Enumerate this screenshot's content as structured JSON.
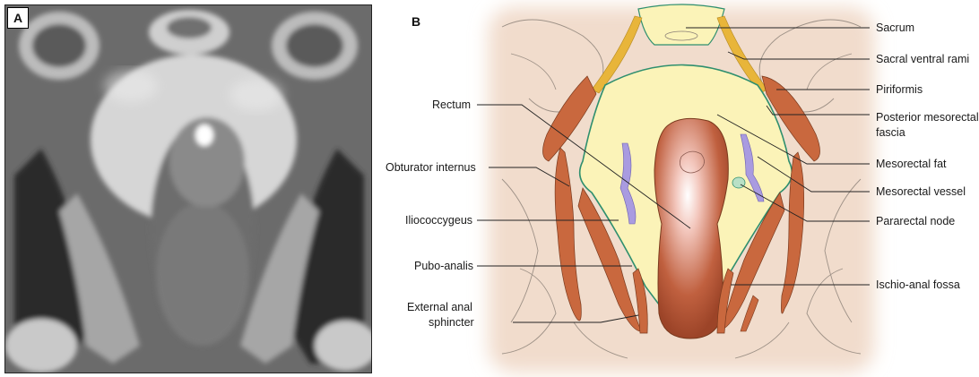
{
  "panels": {
    "a_tag": "A",
    "b_tag": "B"
  },
  "labels_left": [
    {
      "text": "Rectum"
    },
    {
      "text": "Obturator internus"
    },
    {
      "text": "Iliococcygeus"
    },
    {
      "text": "Pubo-analis"
    },
    {
      "text": "External anal"
    },
    {
      "text": "sphincter"
    }
  ],
  "labels_right": [
    {
      "text": "Sacrum"
    },
    {
      "text": "Sacral ventral rami"
    },
    {
      "text": "Piriformis"
    },
    {
      "text": "Posterior mesorectal"
    },
    {
      "text": "fascia"
    },
    {
      "text": "Mesorectal fat"
    },
    {
      "text": "Mesorectal vessel"
    },
    {
      "text": "Pararectal node"
    },
    {
      "text": "Ischio-anal fossa"
    }
  ],
  "colors": {
    "background_tint": "#f1dccc",
    "mesorectal_fat": "#fbf3b8",
    "fascia_line": "#2f8f6e",
    "muscle": "#c9683e",
    "rectum": "#c0603f",
    "vessel": "#a99be0",
    "node": "#b9e0c6",
    "nerve": "#e8b53a"
  }
}
